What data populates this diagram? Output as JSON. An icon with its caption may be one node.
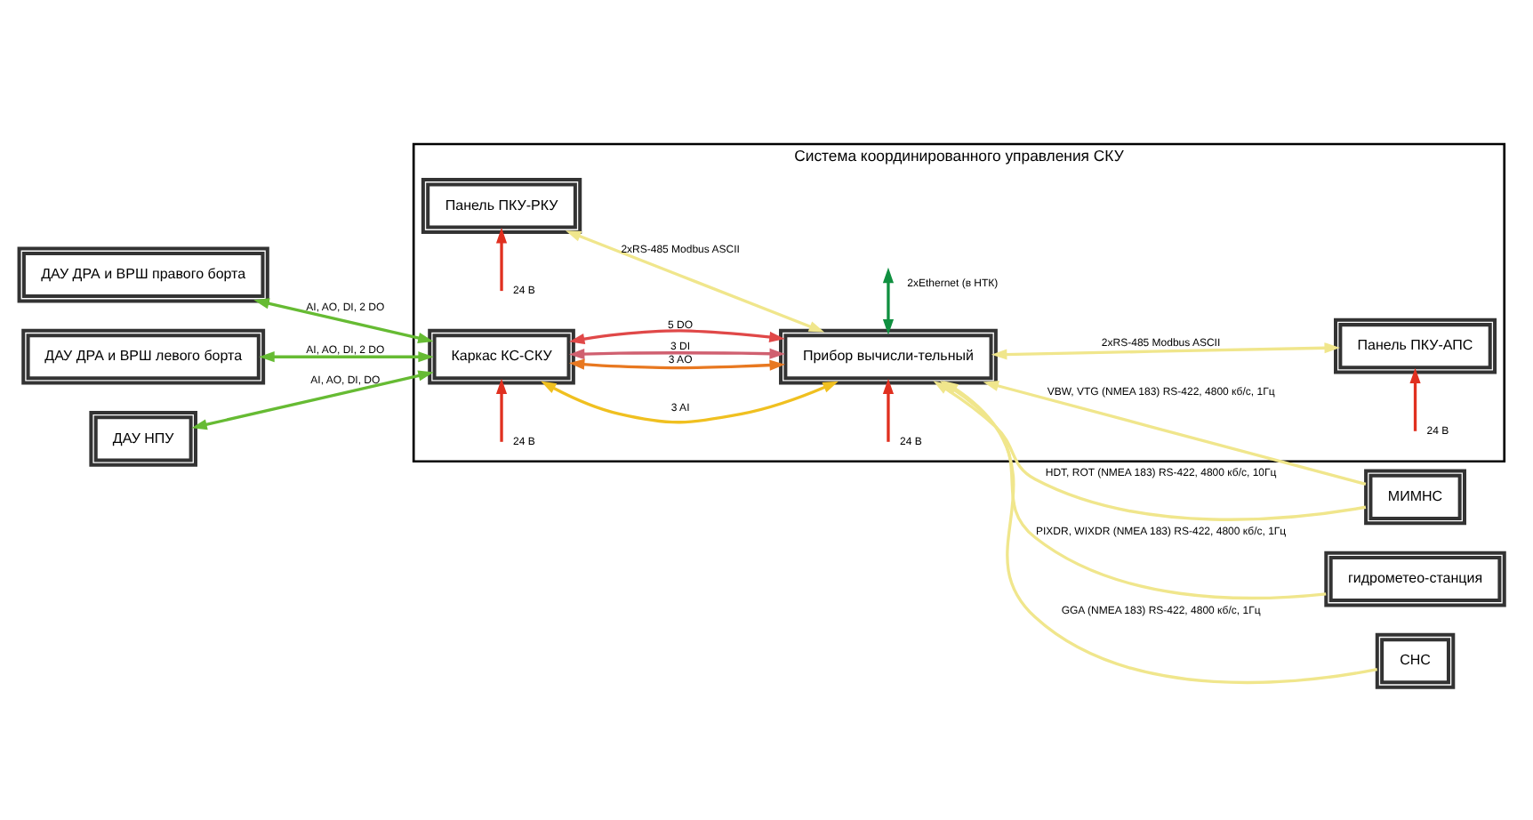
{
  "diagram": {
    "nodes": [
      {
        "text": [
          "Система координированного управления СКУ"
        ]
      },
      {
        "text": [
          "Панель ПКУ-РКУ"
        ],
        "in": 0
      },
      {
        "text": [
          "Панель ПКУ-АПС"
        ],
        "in": 0
      },
      {
        "text": [
          "Каркас КС-СКУ"
        ],
        "in": 0
      },
      {
        "text": [
          "Прибор вычисли-тельный"
        ],
        "in": 0
      },
      {
        "text": [
          "ДАУ ДРА и ВРШ правого борта"
        ]
      },
      {
        "text": [
          "ДАУ ДРА и ВРШ левого борта"
        ]
      },
      {
        "text": [
          "ДАУ НПУ"
        ]
      },
      {
        "text": [
          "МИМНС"
        ]
      },
      {
        "text": [
          "гидрометео-станция"
        ]
      },
      {
        "text": [
          "СНС"
        ]
      }
    ],
    "edges": [
      {
        "from": null,
        "to": 1,
        "arrow": "to",
        "label": "24 В",
        "color": "#e03020"
      },
      {
        "from": null,
        "to": 2,
        "arrow": "to",
        "label": "24 В",
        "color": "#e03020"
      },
      {
        "from": 4,
        "to": 1,
        "arrow": "both",
        "label": "2xRS-485 Modbus ASCII",
        "color": "#f0e68c"
      },
      {
        "from": 4,
        "to": 2,
        "arrow": "both",
        "label": "2xRS-485 Modbus ASCII",
        "color": "#f0e68c"
      },
      {
        "from": 5,
        "to": 3,
        "arrow": "both",
        "label": "AI, AO, DI, 2 DO",
        "color": "#66bb33"
      },
      {
        "from": 6,
        "to": 3,
        "arrow": "both",
        "label": "AI, AO, DI, 2 DO",
        "color": "#66bb33"
      },
      {
        "from": 7,
        "to": 3,
        "arrow": "both",
        "label": "AI, AO, DI, DO",
        "color": "#66bb33"
      },
      {
        "from": 3,
        "to": 4,
        "arrow": "both",
        "label": "3 AI",
        "color": "#f0c020"
      },
      {
        "from": 3,
        "to": 4,
        "arrow": "both",
        "label": "3 AO",
        "color": "#e87820"
      },
      {
        "from": 3,
        "to": 4,
        "arrow": "both",
        "label": "3 DI",
        "color": "#d06070"
      },
      {
        "from": 3,
        "to": 4,
        "arrow": "both",
        "label": "5 DO",
        "color": "#e04848"
      },
      {
        "from": null,
        "to": 3,
        "arrow": "to",
        "label": "24 В",
        "color": "#e03020"
      },
      {
        "from": 8,
        "to": 4,
        "arrow": "to",
        "label": "VBW, VTG (NMEA 183) RS-422, 4800 кб/с, 1Гц",
        "color": "#f0e68c"
      },
      {
        "from": 8,
        "to": 4,
        "arrow": "to",
        "label": "HDT, ROT (NMEA 183) RS-422, 4800 кб/с, 10Гц",
        "color": "#f0e68c"
      },
      {
        "from": 9,
        "to": 4,
        "arrow": "to",
        "label": "PIXDR, WIXDR (NMEA 183) RS-422, 4800 кб/с, 1Гц",
        "color": "#f0e68c"
      },
      {
        "from": 10,
        "to": 4,
        "arrow": "to",
        "label": "GGA (NMEA 183) RS-422, 4800 кб/с, 1Гц",
        "color": "#f0e68c"
      },
      {
        "from": null,
        "to": 4,
        "arrow": "to",
        "label": "24 В",
        "color": "#e03020"
      },
      {
        "from": 4,
        "to": null,
        "arrow": "both",
        "label": "2xEthernet (в НТК)",
        "color": "#109040"
      }
    ]
  }
}
